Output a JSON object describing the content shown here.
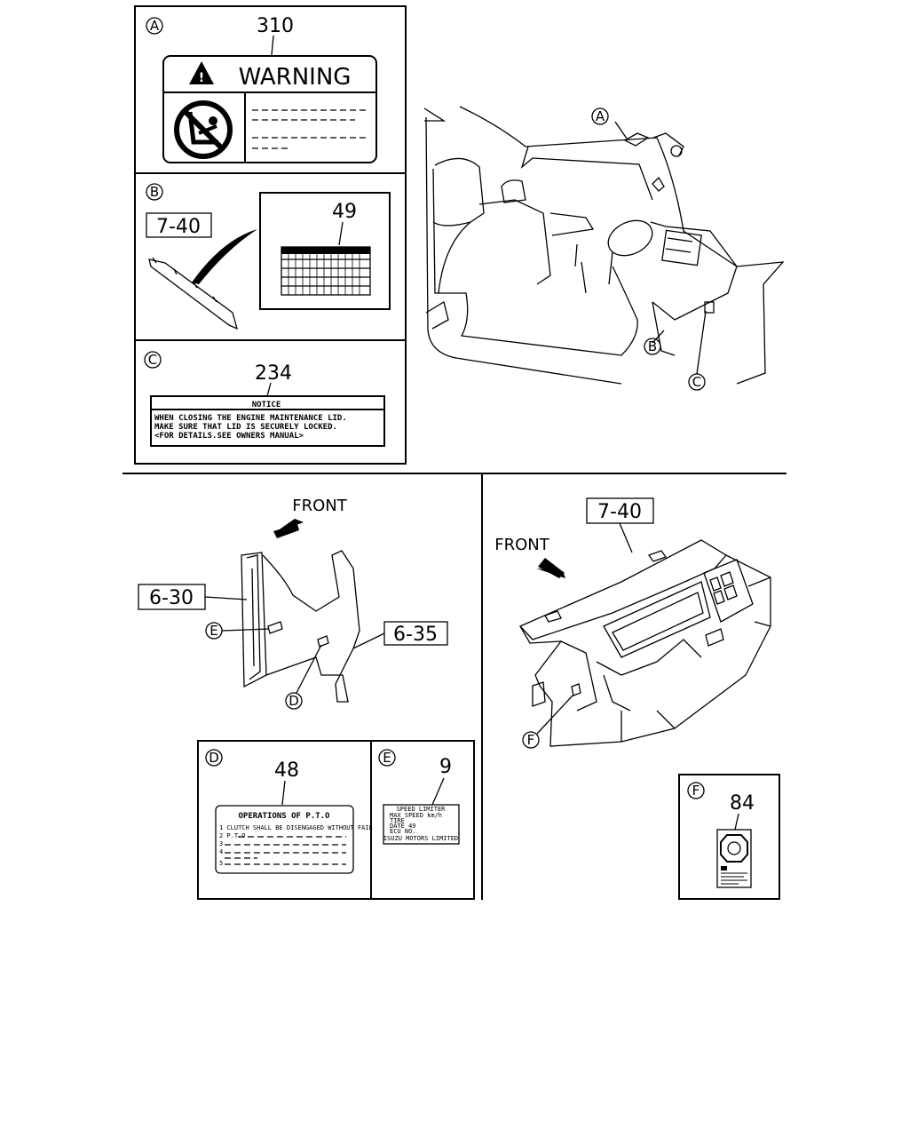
{
  "panel_a": {
    "letter": "A",
    "ref": "310",
    "label_title": "WARNING"
  },
  "panel_b": {
    "letter": "B",
    "ref": "49",
    "part": "7-40"
  },
  "panel_c": {
    "letter": "C",
    "ref": "234",
    "label_title": "NOTICE",
    "lines": [
      "WHEN CLOSING THE ENGINE MAINTENANCE LID.",
      "MAKE SURE THAT LID IS SECURELY LOCKED.",
      "<FOR DETAILS.SEE OWNERS MANUAL>"
    ]
  },
  "cab_view": {
    "callouts": [
      "A",
      "B",
      "C"
    ]
  },
  "door_view": {
    "front": "FRONT",
    "part_left": "6-30",
    "part_right": "6-35",
    "callouts": [
      "E",
      "D"
    ]
  },
  "dash_view": {
    "front": "FRONT",
    "part": "7-40",
    "callout": "F"
  },
  "panel_d": {
    "letter": "D",
    "ref": "48",
    "label_title": "OPERATIONS OF P.T.O",
    "lines": [
      "1 CLUTCH SHALL BE DISENGAGED WITHOUT FAIL",
      "2 P.T.O",
      "3",
      "4",
      "5"
    ]
  },
  "panel_e": {
    "letter": "E",
    "ref": "9",
    "lines": [
      "SPEED LIMITER",
      "MAX SPEED      km/h",
      "TIRE",
      "DATE        49",
      "ECU NO.",
      "ISUZU MOTORS LIMITED"
    ]
  },
  "panel_f": {
    "letter": "F",
    "ref": "84"
  }
}
